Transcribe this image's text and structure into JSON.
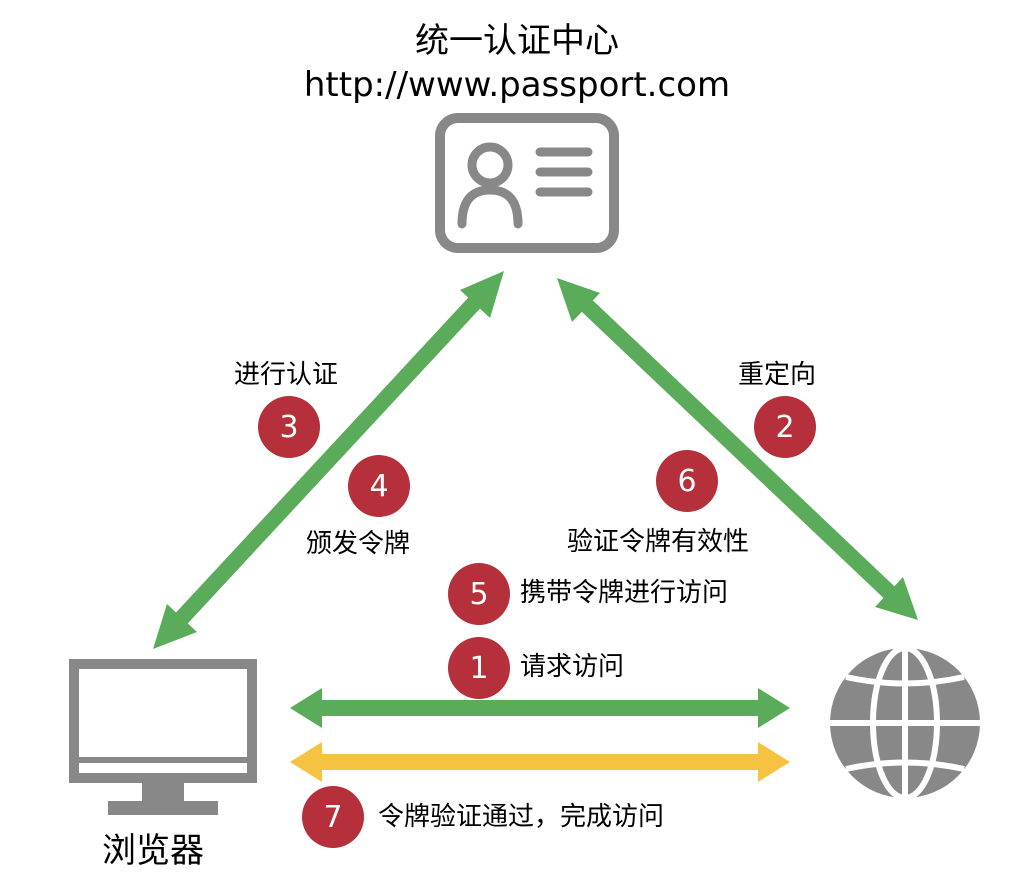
{
  "server": {
    "title": "统一认证中心",
    "url": "http://www.passport.com"
  },
  "client": {
    "label": "浏览器"
  },
  "steps": [
    {
      "number": "1",
      "label": "请求访问"
    },
    {
      "number": "2",
      "label": "重定向"
    },
    {
      "number": "3",
      "label": "进行认证"
    },
    {
      "number": "4",
      "label": "颁发令牌"
    },
    {
      "number": "5",
      "label": "携带令牌进行访问"
    },
    {
      "number": "6",
      "label": "验证令牌有效性"
    },
    {
      "number": "7",
      "label": "令牌验证通过，完成访问"
    }
  ],
  "colors": {
    "arrow_green": "#5aac5a",
    "arrow_yellow": "#f5c242",
    "badge_red": "#b5303a",
    "icon_gray": "#888888"
  },
  "icons": {
    "server": "id-card-icon",
    "client": "monitor-icon",
    "web": "globe-icon"
  }
}
